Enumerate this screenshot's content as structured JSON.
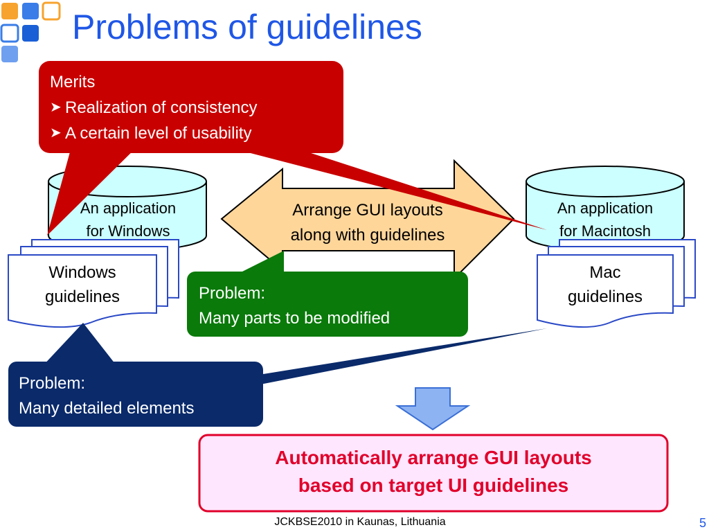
{
  "slide": {
    "title": "Problems of guidelines",
    "merits": {
      "heading": "Merits",
      "items": [
        "Realization of consistency",
        "A certain level of usability"
      ]
    },
    "windows_app": [
      "An application",
      "for Windows"
    ],
    "mac_app": [
      "An application",
      "for Macintosh"
    ],
    "center_arrow": [
      "Arrange GUI layouts",
      "along with guidelines"
    ],
    "windows_doc": [
      "Windows",
      "guidelines"
    ],
    "mac_doc": [
      "Mac",
      "guidelines"
    ],
    "problem_green": [
      "Problem:",
      "Many parts to be modified"
    ],
    "problem_navy": [
      "Problem:",
      "Many detailed elements"
    ],
    "result": [
      "Automatically arrange GUI layouts",
      "based on target UI guidelines"
    ],
    "footer": "JCKBSE2010 in Kaunas, Lithuania",
    "page_number": "5"
  },
  "colors": {
    "title": "#1f57e6",
    "merits_box": "#c80000",
    "green_box": "#0a7a0a",
    "navy_box": "#0a2a6a",
    "database_fill": "#ccffff",
    "arrow_fill": "#ffd69a",
    "result_border": "#e0002a",
    "result_fill": "#ffe6ff",
    "down_arrow": "#8db3f2"
  },
  "icons": [
    "slide-logo-squares",
    "bullet-arrowhead-icon",
    "down-arrow-icon"
  ]
}
